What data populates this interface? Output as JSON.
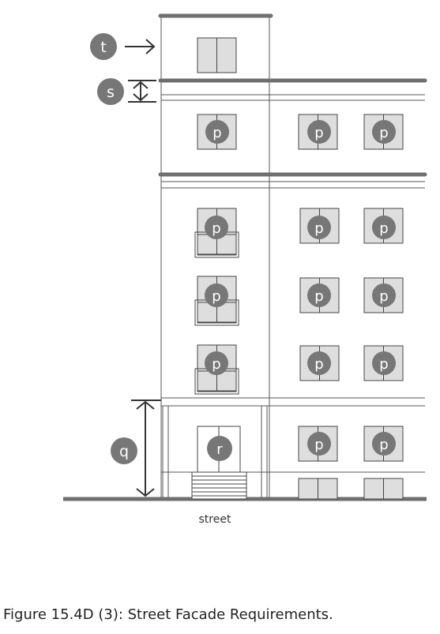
{
  "labels": {
    "t": "t",
    "s": "s",
    "p": "p",
    "q": "q",
    "r": "r"
  },
  "street_label": "street",
  "caption": "Figure 15.4D (3): Street Facade Requirements.",
  "colors": {
    "line": "#555555",
    "thick": "#6f6f6f",
    "window": "#dedede",
    "badge": "#777777"
  }
}
